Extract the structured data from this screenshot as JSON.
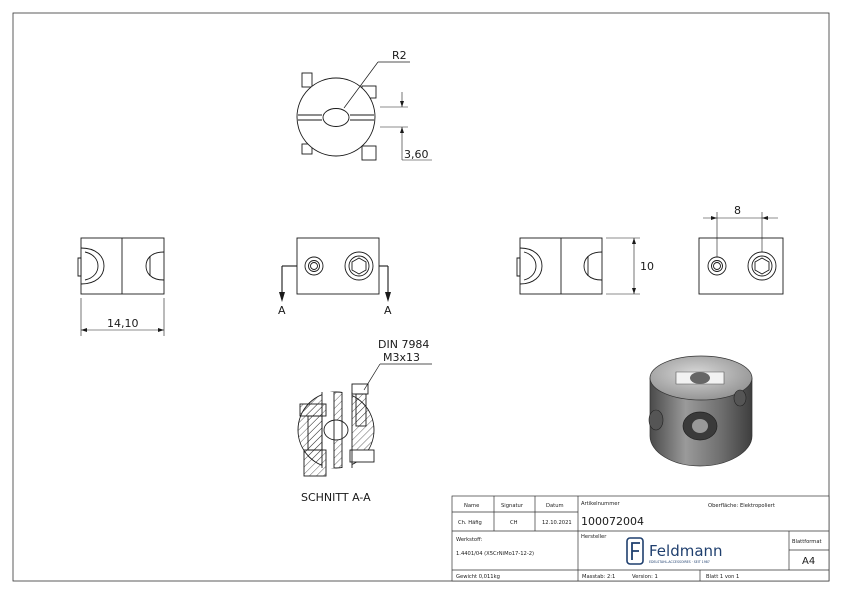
{
  "annotations": {
    "radius": "R2",
    "slot_height": "3,60",
    "width": "14,10",
    "hole_spacing": "8",
    "height": "10",
    "section_mark_left": "A",
    "section_mark_right": "A",
    "section_title": "SCHNITT A-A",
    "screw_standard": "DIN 7984",
    "screw_size": "M3x13"
  },
  "title_block": {
    "name_label": "Name",
    "signature_label": "Signatur",
    "date_label": "Datum",
    "article_label": "Artikelnummer",
    "surface_label": "Oberfläche:",
    "surface_value": "Elektropoliert",
    "name_value": "Ch. Häfig",
    "signature_value": "CH",
    "date_value": "12.10.2021",
    "article_number": "100072004",
    "material_label": "Werkstoff:",
    "manufacturer_label": "Hersteller",
    "material_value": "1.4401/04 (X5CrNiMo17-12-2)",
    "brand_name": "Feldmann",
    "brand_tagline": "EDELSTAHL-ACCESSOIRES · SEIT 1987",
    "format_label": "Blattformat",
    "format_value": "A4",
    "weight": "Gewicht 0,011kg",
    "scale": "Masstab: 2:1",
    "version": "Version: 1",
    "sheet": "Blatt 1 von 1"
  }
}
